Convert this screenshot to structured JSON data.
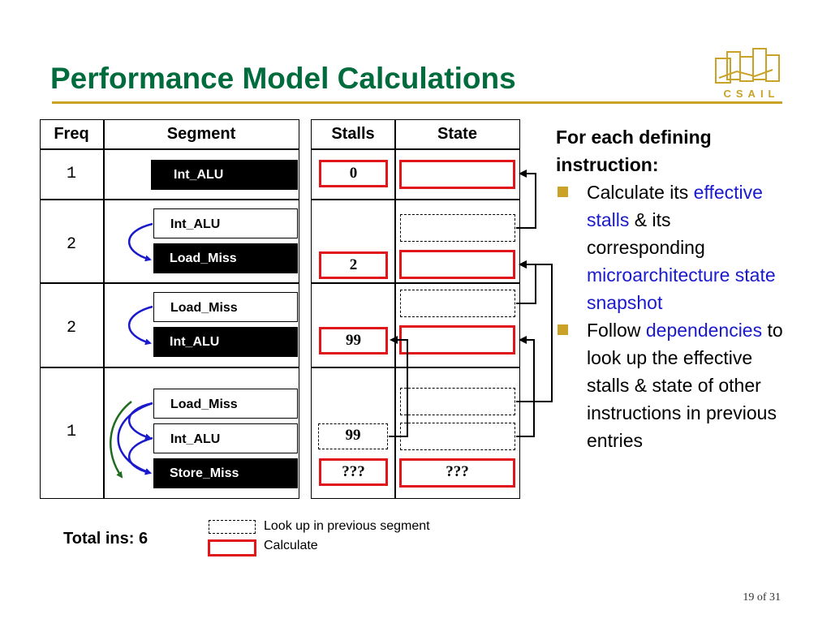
{
  "title": "Performance Model Calculations",
  "logo": {
    "text": "CSAIL",
    "icon": "csail-logo-icon"
  },
  "table": {
    "headers": {
      "freq": "Freq",
      "segment": "Segment",
      "stalls": "Stalls",
      "state": "State"
    },
    "rows": [
      {
        "freq": "1",
        "instructions": [
          "Int_ALU"
        ]
      },
      {
        "freq": "2",
        "instructions": [
          "Int_ALU",
          "Load_Miss"
        ]
      },
      {
        "freq": "2",
        "instructions": [
          "Load_Miss",
          "Int_ALU"
        ]
      },
      {
        "freq": "1",
        "instructions": [
          "Load_Miss",
          "Int_ALU",
          "Store_Miss"
        ]
      }
    ],
    "stall_values": {
      "row1": "0",
      "row2": "2",
      "row3": "99",
      "row4_lookup": "99",
      "row4_calc": "???"
    },
    "state_values": {
      "row4_calc": "???"
    }
  },
  "side_panel": {
    "heading": "For each defining instruction:",
    "bullets": [
      {
        "parts": [
          {
            "text": "Calculate its ",
            "highlight": false
          },
          {
            "text": "effective stalls",
            "highlight": true
          },
          {
            "text": " & its corresponding ",
            "highlight": false
          },
          {
            "text": "microarchitecture state snapshot",
            "highlight": true
          }
        ]
      },
      {
        "parts": [
          {
            "text": "Follow ",
            "highlight": false
          },
          {
            "text": "dependencies",
            "highlight": true
          },
          {
            "text": " to look up the effective stalls & state of other instructions in previous entries",
            "highlight": false
          }
        ]
      }
    ]
  },
  "total": "Total ins: 6",
  "legend": {
    "lookup": "Look up in previous segment",
    "calculate": "Calculate"
  },
  "page": "19 of 31",
  "colors": {
    "title": "#006b3c",
    "accent": "#c9a227",
    "calc_box": "#e0161b",
    "highlight": "#1a1acc",
    "dep_arrow": "#1a1acc",
    "cross_dep_arrow": "#1f6b1f"
  }
}
